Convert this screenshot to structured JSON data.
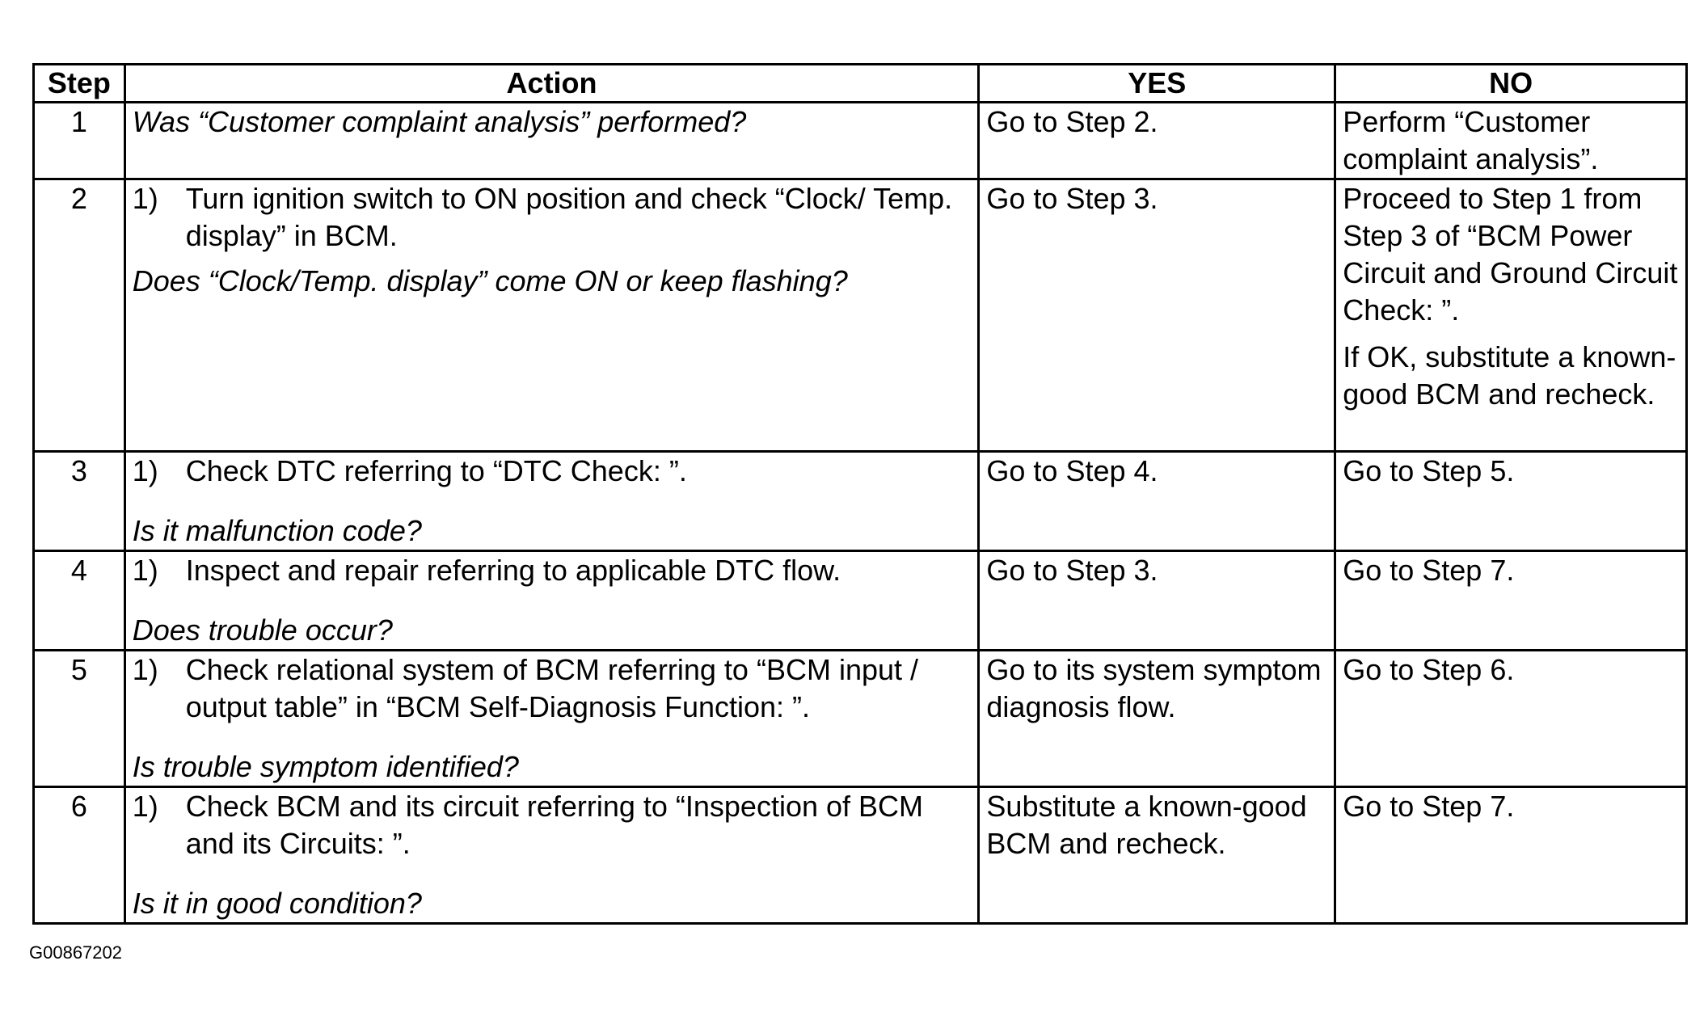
{
  "table": {
    "headers": {
      "step": "Step",
      "action": "Action",
      "yes": "YES",
      "no": "NO"
    },
    "rows": [
      {
        "step": "1",
        "action_question": "Was “Customer complaint analysis” performed?",
        "yes": "Go to Step 2.",
        "no": "Perform “Customer complaint analysis”."
      },
      {
        "step": "2",
        "action_num": "1)",
        "action_text": "Turn ignition switch to ON position and check “Clock/ Temp. display” in BCM.",
        "action_question": "Does “Clock/Temp. display” come ON or keep flashing?",
        "yes": "Go to Step 3.",
        "no": "Proceed to Step 1 from Step 3 of “BCM Power Circuit and Ground Circuit Check: ”.",
        "no_note": "If OK, substitute a known-good BCM and recheck."
      },
      {
        "step": "3",
        "action_num": "1)",
        "action_text": "Check DTC referring to “DTC Check: ”.",
        "action_question": "Is it malfunction code?",
        "yes": "Go to Step 4.",
        "no": "Go to Step 5."
      },
      {
        "step": "4",
        "action_num": "1)",
        "action_text": "Inspect and repair referring to applicable DTC flow.",
        "action_question": "Does trouble occur?",
        "yes": "Go to Step 3.",
        "no": "Go to Step 7."
      },
      {
        "step": "5",
        "action_num": "1)",
        "action_text": "Check relational system of BCM referring to “BCM input / output table” in “BCM Self-Diagnosis Function: ”.",
        "action_question": "Is trouble symptom identified?",
        "yes": "Go to its system symptom diagnosis flow.",
        "no": "Go to Step 6."
      },
      {
        "step": "6",
        "action_num": "1)",
        "action_text": "Check BCM and its circuit referring to “Inspection of BCM and its Circuits: ”.",
        "action_question": "Is it in good condition?",
        "yes": "Substitute a known-good BCM and recheck.",
        "no": "Go to Step 7."
      }
    ]
  },
  "figure_id": "G00867202"
}
